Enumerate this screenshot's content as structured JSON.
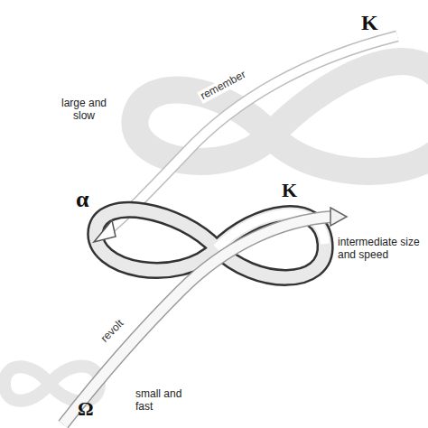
{
  "diagram": {
    "labels": [
      "K",
      "remember",
      "large and slow",
      "α",
      "K",
      "intermediate size and speed",
      "revolt",
      "Ω",
      "small and fast"
    ]
  }
}
